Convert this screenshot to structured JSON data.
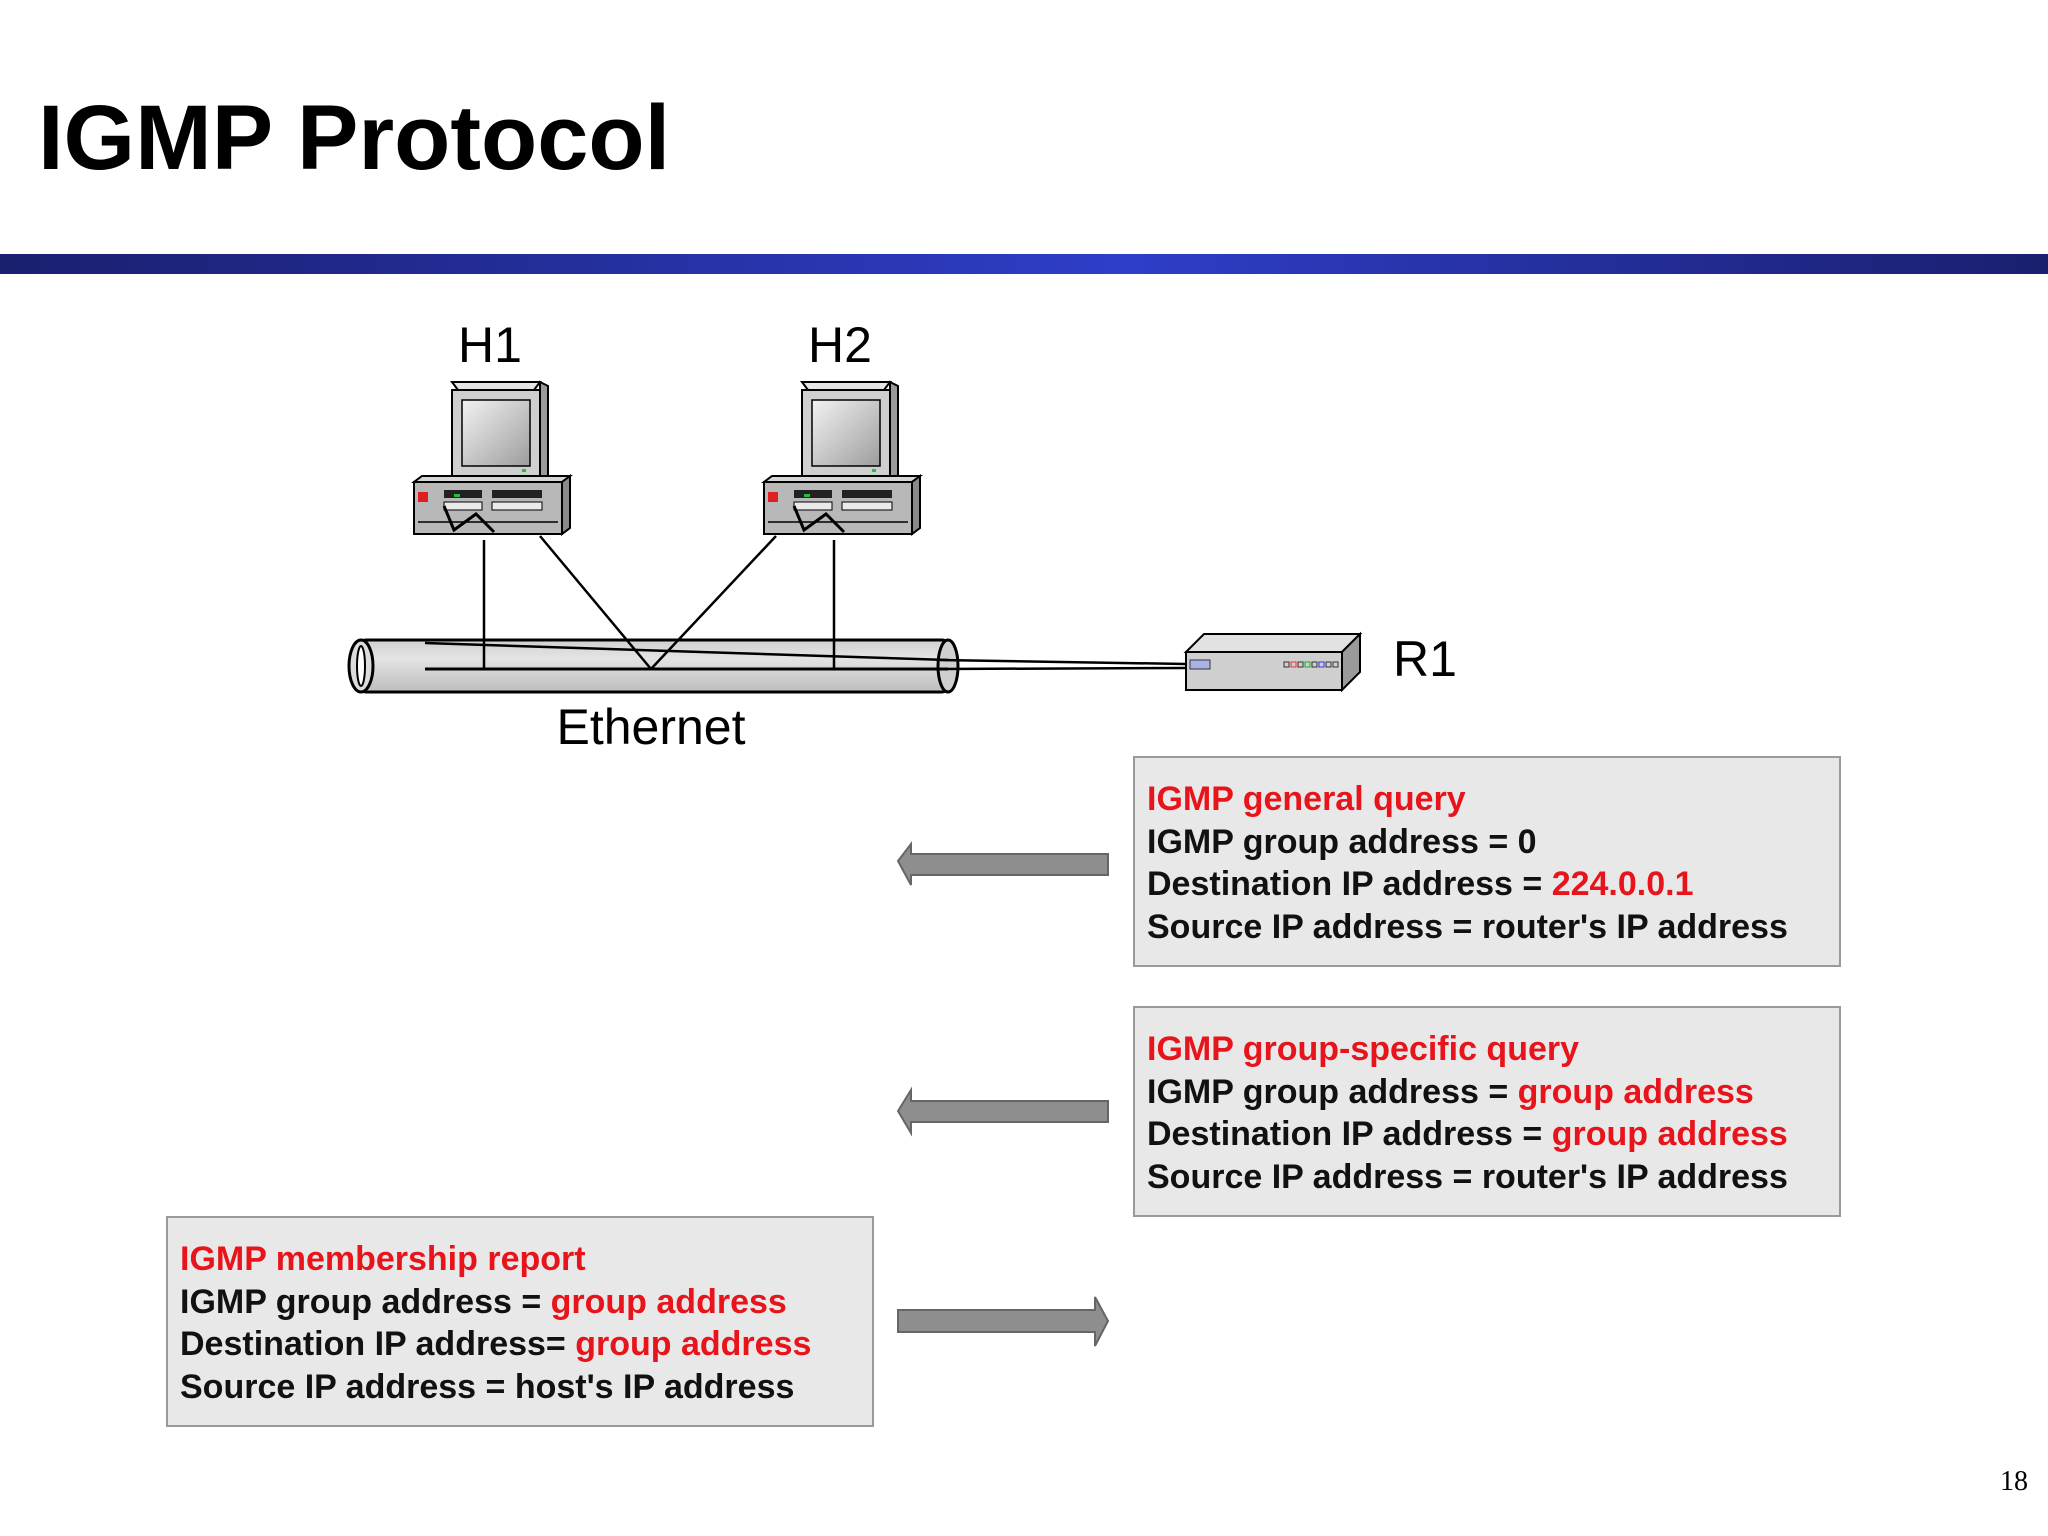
{
  "title": "IGMP Protocol",
  "colors": {
    "accent_red": "#e8141b",
    "bar": "#2e3ec8",
    "box_bg": "#e8e8e8"
  },
  "diagram": {
    "host1_label": "H1",
    "host2_label": "H2",
    "router_label": "R1",
    "network_label": "Ethernet",
    "icons": [
      "computer-icon",
      "computer-icon",
      "router-icon"
    ]
  },
  "general_query": {
    "heading": "IGMP general query",
    "group_prefix": "IGMP group address = 0",
    "dest_prefix": "Destination IP address = ",
    "dest_value": "224.0.0.1",
    "source_line": "Source IP address = router's IP address"
  },
  "group_query": {
    "heading": "IGMP group-specific query",
    "group_prefix": "IGMP group address = ",
    "group_value": "group address",
    "dest_prefix": "Destination IP address = ",
    "dest_value": "group address",
    "source_line": "Source IP address = router's IP address"
  },
  "membership_report": {
    "heading": "IGMP membership report",
    "group_prefix": "IGMP group address = ",
    "group_value": "group address",
    "dest_prefix": "Destination IP address= ",
    "dest_value": "group address",
    "source_line": "Source IP address  = host's  IP address"
  },
  "page_number": "18"
}
